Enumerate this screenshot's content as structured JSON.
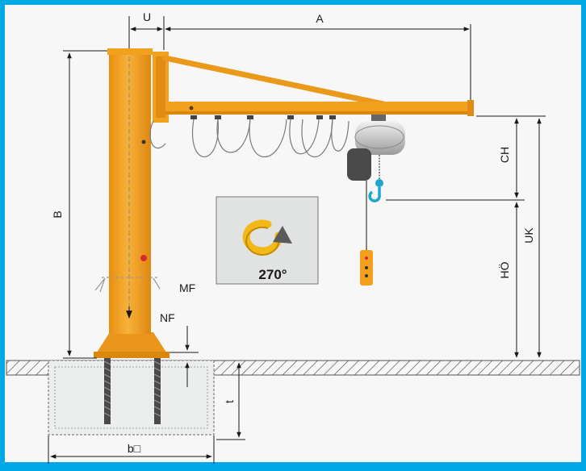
{
  "labels": {
    "u": "U",
    "a": "A",
    "b": "B",
    "ch": "CH",
    "uk": "UK",
    "ho": "HÖ",
    "mf": "MF",
    "nf": "NF",
    "t": "t",
    "base": "b□",
    "rotation": "270°"
  },
  "colors": {
    "border": "#00a9e6",
    "background": "#f6f7f6",
    "crane": "#f2a11f",
    "crane_shade": "#d9870f",
    "dimension": "#1a1a1a",
    "foundation": "#eceeed",
    "ground_hatch": "#555555",
    "hook": "#1da6d0",
    "panel": "#e1e3e2"
  },
  "icons": {
    "rotation": "rotation-arrow-icon"
  }
}
